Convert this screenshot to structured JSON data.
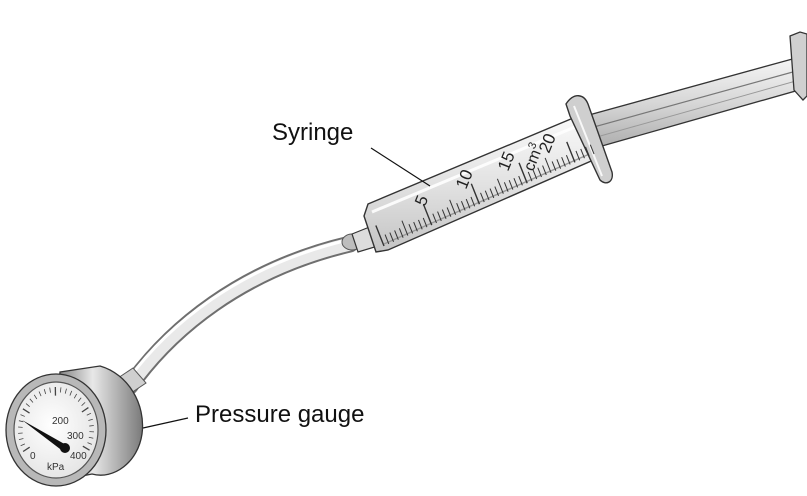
{
  "labels": {
    "syringe": "Syringe",
    "pressure_gauge": "Pressure gauge"
  },
  "syringe_scale": {
    "marks": [
      "5",
      "10",
      "15",
      "20"
    ],
    "unit": "cm",
    "unit_exponent": "3"
  },
  "gauge": {
    "ticks": [
      "0",
      "200",
      "300",
      "400"
    ],
    "unit": "kPa"
  }
}
